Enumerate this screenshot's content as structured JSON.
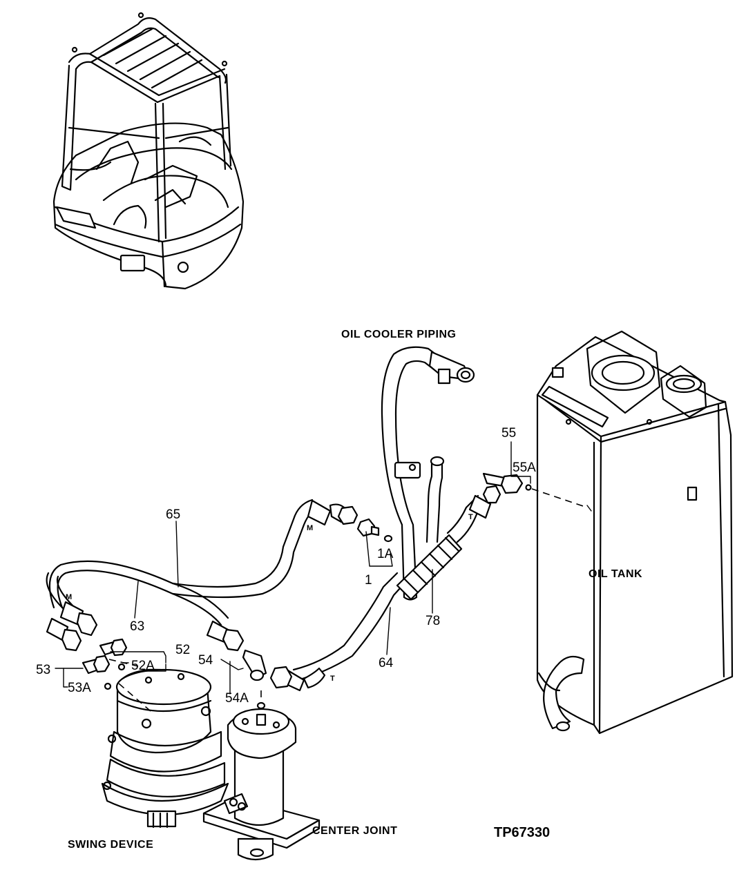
{
  "drawing_number": "TP67330",
  "captions": {
    "oil_cooler_piping": "OIL COOLER PIPING",
    "oil_tank": "OIL TANK",
    "swing_device": "SWING DEVICE",
    "center_joint": "CENTER JOINT"
  },
  "callouts": {
    "p1": "1",
    "p1a": "1A",
    "p52": "52",
    "p52a": "52A",
    "p53": "53",
    "p53a": "53A",
    "p54": "54",
    "p54a": "54A",
    "p55": "55",
    "p55a": "55A",
    "p63": "63",
    "p64": "64",
    "p65": "65",
    "p78": "78"
  },
  "hose_marks": {
    "m1": "M",
    "m2": "M",
    "t1": "T",
    "t2": "T"
  }
}
